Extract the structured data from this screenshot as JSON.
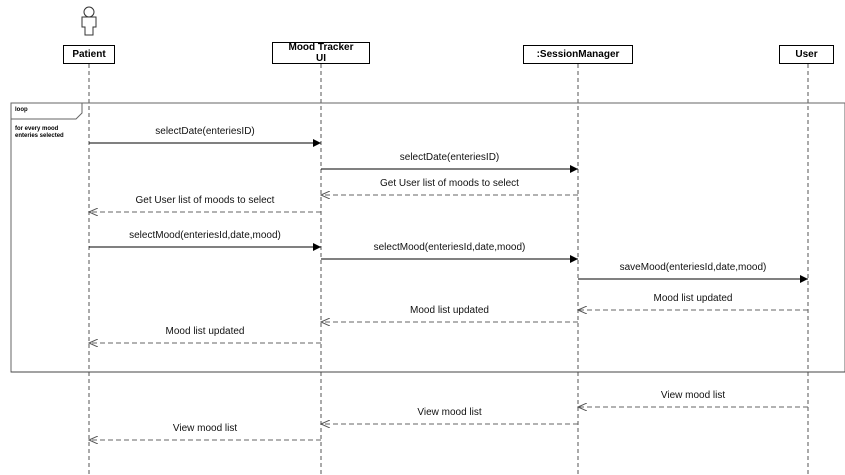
{
  "lifelines": [
    {
      "id": "patient",
      "label": "Patient"
    },
    {
      "id": "ui",
      "label": "Mood Tracker UI"
    },
    {
      "id": "session",
      "label": ":SessionManager"
    },
    {
      "id": "user",
      "label": "User"
    }
  ],
  "loop_frame": {
    "operator": "loop",
    "guard": "for every mood enteries selected"
  },
  "messages": [
    {
      "label": "selectDate(enteriesID)",
      "style": "sync"
    },
    {
      "label": "selectDate(enteriesID)",
      "style": "sync"
    },
    {
      "label": "Get User list of moods to select",
      "style": "return"
    },
    {
      "label": "Get User list of moods to select",
      "style": "return"
    },
    {
      "label": "selectMood(enteriesId,date,mood)",
      "style": "sync"
    },
    {
      "label": "selectMood(enteriesId,date,mood)",
      "style": "sync"
    },
    {
      "label": "saveMood(enteriesId,date,mood)",
      "style": "sync"
    },
    {
      "label": "Mood list updated",
      "style": "return"
    },
    {
      "label": "Mood list updated",
      "style": "return"
    },
    {
      "label": "Mood list updated",
      "style": "return"
    },
    {
      "label": "View mood list",
      "style": "return"
    },
    {
      "label": "View mood list",
      "style": "return"
    },
    {
      "label": "View mood list",
      "style": "return"
    }
  ]
}
